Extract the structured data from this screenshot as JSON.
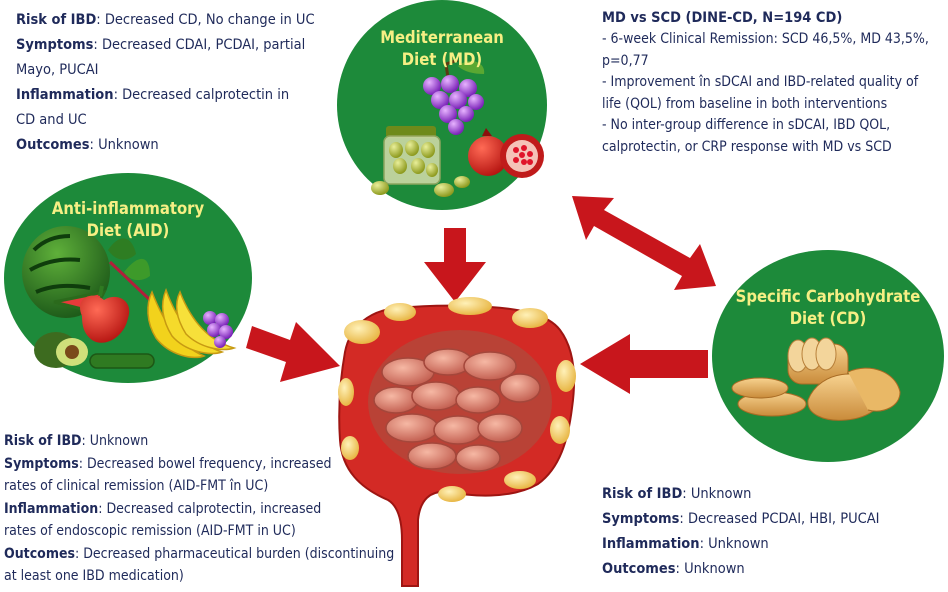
{
  "diets": {
    "md": {
      "title_line1": "Mediterranean",
      "title_line2": "Diet (MD)"
    },
    "aid": {
      "title_line1": "Anti-inflammatory",
      "title_line2": "Diet (AID)"
    },
    "scd": {
      "title_line1": "Specific Carbohydrate",
      "title_line2": "Diet (CD)"
    }
  },
  "md_box": {
    "risk_label": "Risk of IBD",
    "risk_text": ": Decreased CD, No change in UC",
    "symptoms_label": "Symptoms",
    "symptoms_text": ": Decreased CDAI, PCDAI, partial",
    "symptoms_text2": "Mayo, PUCAI",
    "inflammation_label": "Inflammation",
    "inflammation_text": ": Decreased calprotectin in",
    "inflammation_text2": "CD and UC",
    "outcomes_label": "Outcomes",
    "outcomes_text": ": Unknown"
  },
  "comparison_box": {
    "heading": "MD vs SCD (DINE-CD, N=194 CD)",
    "line1": "- 6-week Clinical Remission: SCD 46,5%, MD 43,5%,",
    "line2": "p=0,77",
    "line3": "- Improvement în sDCAI and IBD-related quality of",
    "line4": "life (QOL) from baseline in both interventions",
    "line5": "- No inter-group difference in sDCAI, IBD QOL,",
    "line6": "calprotectin, or CRP response with MD vs SCD"
  },
  "aid_box": {
    "risk_label": "Risk of IBD",
    "risk_text": ": Unknown",
    "symptoms_label": "Symptoms",
    "symptoms_text": ": Decreased bowel frequency, increased",
    "symptoms_text2": "rates of clinical remission (AID-FMT în UC)",
    "inflammation_label": "Inflammation",
    "inflammation_text": ": Decreased calprotectin, increased",
    "inflammation_text2": "rates of endoscopic remission (AID-FMT in UC)",
    "outcomes_label": "Outcomes",
    "outcomes_text": ": Decreased pharmaceutical burden (discontinuing",
    "outcomes_text2": "at least one IBD medication)"
  },
  "scd_box": {
    "risk_label": "Risk of IBD",
    "risk_text": ": Unknown",
    "symptoms_label": "Symptoms",
    "symptoms_text": ": Decreased PCDAI, HBI, PUCAI",
    "inflammation_label": "Inflammation",
    "inflammation_text": ": Unknown",
    "outcomes_label": "Outcomes",
    "outcomes_text": ": Unknown"
  },
  "colors": {
    "circle_green": "#1d8a3a",
    "title_yellow": "#f6ef84",
    "arrow_red": "#c8161c",
    "text_navy": "#1f2a5a",
    "intestine_red": "#d32a25"
  }
}
